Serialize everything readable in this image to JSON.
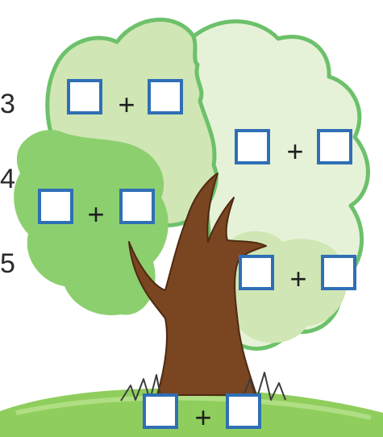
{
  "left_numbers": [
    "3",
    "4",
    "5"
  ],
  "operator": "+",
  "colors": {
    "box_border": "#2f6fb5",
    "trunk": "#7a4521",
    "crown_outline": "#6cc16a",
    "crown_light": "#e6f2d8",
    "crown_mid": "#d0e6b4",
    "crown_dark": "#8ccf6e",
    "grass": "#8fce5c"
  },
  "equations": [
    {
      "id": "top-left"
    },
    {
      "id": "top-right"
    },
    {
      "id": "middle-left"
    },
    {
      "id": "middle-right"
    },
    {
      "id": "bottom"
    }
  ]
}
